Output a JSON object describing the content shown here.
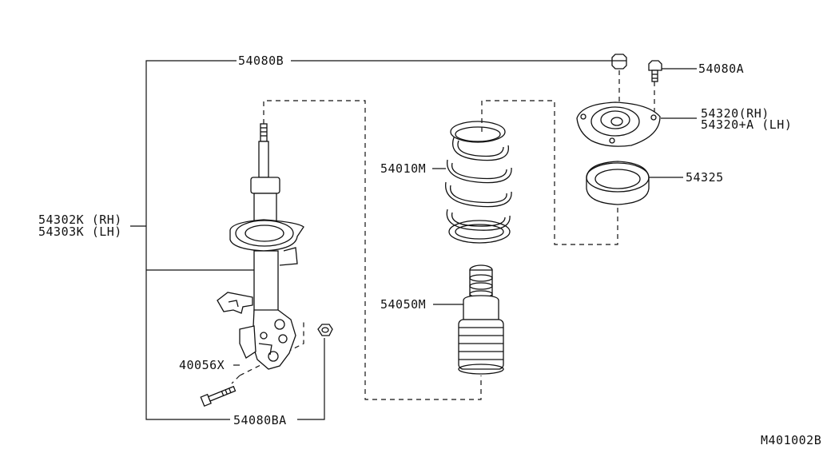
{
  "labels": {
    "bolt_54080B": "54080B",
    "bolt_54080A": "54080A",
    "mount_rh": "54320(RH)",
    "mount_lh": "54320+A (LH)",
    "coil_spring": "54010M",
    "bearing": "54325",
    "strut_rh": "54302K (RH)",
    "strut_lh": "54303K (LH)",
    "bumper": "54050M",
    "bolt_40056X": "40056X",
    "nut_54080BA": "54080BA",
    "figure_id": "M401002B"
  }
}
